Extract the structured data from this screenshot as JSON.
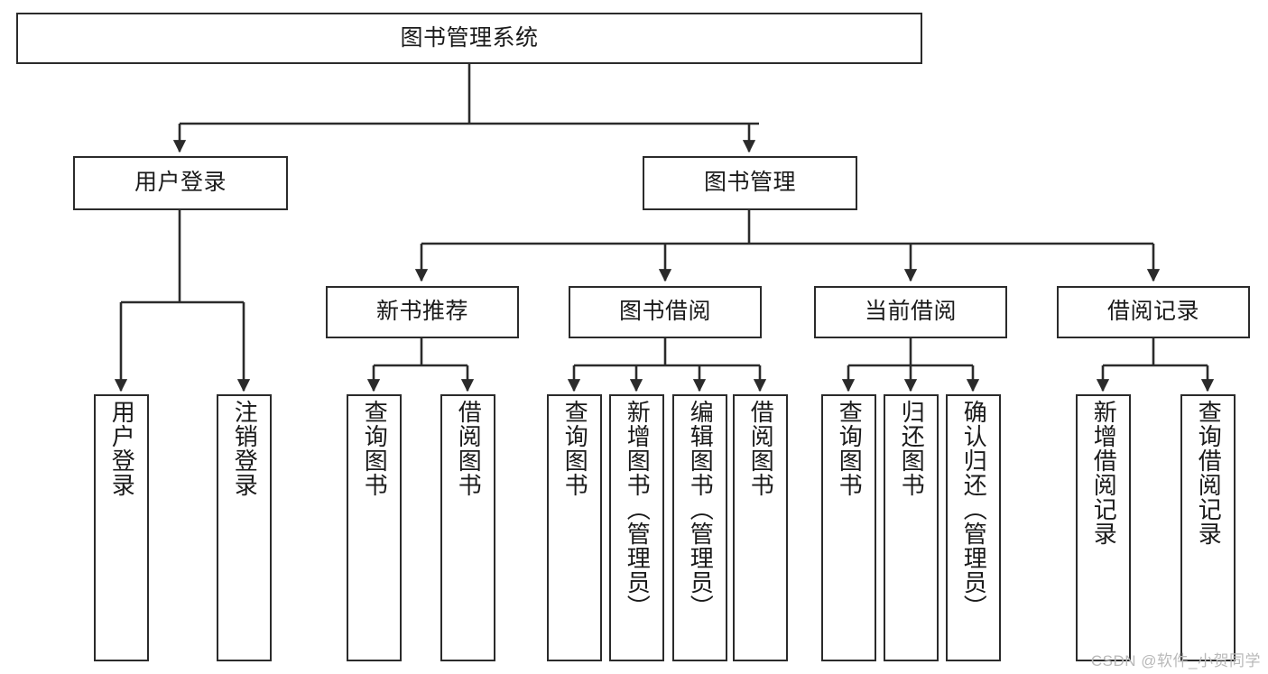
{
  "diagram": {
    "title": "图书管理系统",
    "type": "hierarchy-tree",
    "levels": 3,
    "root": {
      "label": "图书管理系统"
    },
    "level2": [
      {
        "label": "用户登录"
      },
      {
        "label": "图书管理"
      }
    ],
    "level3": [
      {
        "label": "新书推荐",
        "parent": "图书管理"
      },
      {
        "label": "图书借阅",
        "parent": "图书管理"
      },
      {
        "label": "当前借阅",
        "parent": "图书管理"
      },
      {
        "label": "借阅记录",
        "parent": "图书管理"
      }
    ],
    "leaves": {
      "user_login": [
        {
          "label": "用户登录"
        },
        {
          "label": "注销登录"
        }
      ],
      "new_book_recommend": [
        {
          "label": "查询图书"
        },
        {
          "label": "借阅图书"
        }
      ],
      "book_borrow": [
        {
          "label": "查询图书"
        },
        {
          "label": "新增图书（管理员）"
        },
        {
          "label": "编辑图书（管理员）"
        },
        {
          "label": "借阅图书"
        }
      ],
      "current_borrow": [
        {
          "label": "查询图书"
        },
        {
          "label": "归还图书"
        },
        {
          "label": "确认归还（管理员）"
        }
      ],
      "borrow_record": [
        {
          "label": "新增借阅记录"
        },
        {
          "label": "查询借阅记录"
        }
      ]
    }
  },
  "watermark": {
    "text": "CSDN @软件_小贺同学"
  },
  "colors": {
    "stroke": "#2b2b2b",
    "background": "#ffffff",
    "text": "#1a1a1a",
    "watermark": "#b9b9b9"
  }
}
